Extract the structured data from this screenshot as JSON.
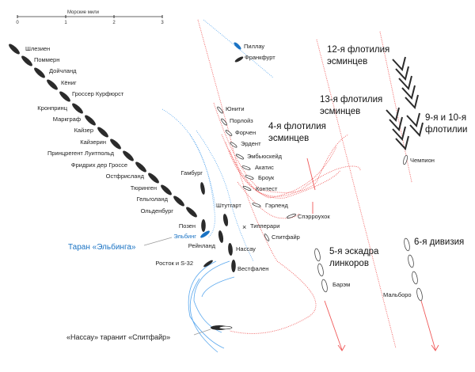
{
  "scale": {
    "title": "Морские мили",
    "ticks": [
      "0",
      "1",
      "2",
      "3"
    ]
  },
  "german_line": [
    "Шлезиен",
    "Поммерн",
    "Дойчланд",
    "Кёниг",
    "Гроссер Курфюрст",
    "Кронпринц",
    "Маркграф",
    "Кайзер",
    "Кайзерин",
    "Принцрегент Луитпольд",
    "Фридрих дер Гроссе",
    "Остфрисланд",
    "Тюринген",
    "Гельголанд",
    "Ольденбург"
  ],
  "german_other": {
    "pillau": "Пиллау",
    "frankfurt": "Франкфурт",
    "hamburg": "Гамбург",
    "stuttgart": "Штутгарт",
    "posen": "Позен",
    "elbing": "Эльбинг",
    "rheinland": "Рейнланд",
    "nassau": "Нассау",
    "westfalen": "Вестфален",
    "rostock": "Росток и S-32"
  },
  "british_4th": [
    "Юнити",
    "Порлойз",
    "Форчен",
    "Эрдент",
    "Эмбьюскейд",
    "Акатис",
    "Броук",
    "Контест",
    "Гэрленд",
    "Спэрроухок",
    "Типперари",
    "Спитфайр"
  ],
  "annotations": {
    "elbing_ram": "Таран «Эльбинга»",
    "nassau_ram": "«Нассау» таранит «Спитфайр»"
  },
  "groups": {
    "flot12": [
      "12-я флотилия",
      "эсминцев"
    ],
    "flot13": [
      "13-я флотилия",
      "эсминцев"
    ],
    "flot4": [
      "4-я флотилия",
      "эсминцев"
    ],
    "flot910": [
      "9-я и 10-я",
      "флотилии"
    ],
    "champion": "Чемпион",
    "bs5": [
      "5-я эскадра",
      "линкоров"
    ],
    "barham": "Барэм",
    "div6": "6-я дивизия",
    "marlborough": "Мальборо"
  },
  "colors": {
    "german": "#2b2b2b",
    "british_track": "#f05a5a",
    "german_track": "#5aa8ee",
    "elbing": "#1a73c4"
  }
}
